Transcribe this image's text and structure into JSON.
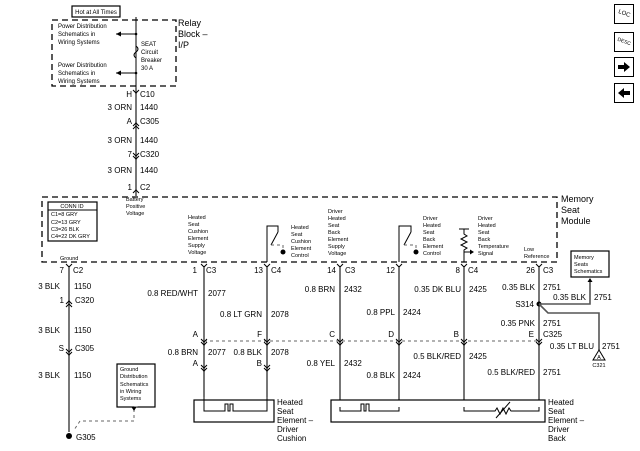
{
  "nav": {
    "loc_label": "LOC",
    "desc_label": "DESC",
    "next_icon": "right-arrow",
    "prev_icon": "left-arrow"
  },
  "relay_block": {
    "hot_label": "Hot at All Times",
    "title": [
      "Relay",
      "Block –",
      "I/P"
    ],
    "power_dist_1": [
      "Power Distribution",
      "Schematics in",
      "Wiring Systems"
    ],
    "power_dist_2": [
      "Power Distribution",
      "Schematics in",
      "Wiring Systems"
    ],
    "breaker": [
      "SEAT",
      "Circuit",
      "Breaker",
      "30 A"
    ]
  },
  "feed": [
    {
      "pin": "H",
      "conn": "C10"
    },
    {
      "wire": "3 ORN",
      "circuit": "1440"
    },
    {
      "pin": "A",
      "conn": "C305"
    },
    {
      "wire": "3 ORN",
      "circuit": "1440"
    },
    {
      "pin": "7",
      "conn": "C320"
    },
    {
      "wire": "3 ORN",
      "circuit": "1440"
    },
    {
      "pin": "1",
      "conn": "C2"
    }
  ],
  "module": {
    "title": [
      "Memory",
      "Seat",
      "Module"
    ],
    "battery_label": [
      "Battery",
      "Positive",
      "Voltage"
    ],
    "conn_id": {
      "title": "CONN ID",
      "rows": [
        "C1=8 GRY",
        "C2=13 GRY",
        "C3=26 BLK",
        "C4=22 DK GRY"
      ]
    },
    "ground_label": "Ground",
    "cushion_supply": [
      "Heated",
      "Seat",
      "Cushion",
      "Element",
      "Supply",
      "Voltage"
    ],
    "cushion_control": [
      "Heated",
      "Seat",
      "Cushion",
      "Element",
      "Control"
    ],
    "back_supply": [
      "Driver",
      "Heated",
      "Seat",
      "Back",
      "Element",
      "Supply",
      "Voltage"
    ],
    "back_control": [
      "Driver",
      "Heated",
      "Seat",
      "Back",
      "Element",
      "Control"
    ],
    "temp_signal": [
      "Driver",
      "Heated",
      "Seat",
      "Back",
      "Temperature",
      "Signal"
    ],
    "low_ref": [
      "Low",
      "Reference"
    ]
  },
  "pins": [
    {
      "pin": "7",
      "conn": "C2"
    },
    {
      "pin": "1",
      "conn": "C3"
    },
    {
      "pin": "13",
      "conn": "C4"
    },
    {
      "pin": "14",
      "conn": "C3"
    },
    {
      "pin": "12",
      "conn": ""
    },
    {
      "pin": "8",
      "conn": "C4"
    },
    {
      "pin": "26",
      "conn": "C3"
    }
  ],
  "ground_path": [
    {
      "wire": "3 BLK",
      "circuit": "1150"
    },
    {
      "pin": "1",
      "conn": "C320"
    },
    {
      "wire": "3 BLK",
      "circuit": "1150"
    },
    {
      "pin": "S",
      "conn": "C305"
    },
    {
      "wire": "3 BLK",
      "circuit": "1150"
    },
    {
      "ground": "G305"
    }
  ],
  "ground_dist": [
    "Ground",
    "Distribution",
    "Schematics",
    "in Wiring",
    "Systems"
  ],
  "upper_wires": [
    {
      "wire": "0.8 RED/WHT",
      "circuit": "2077"
    },
    {
      "wire": "0.8 LT GRN",
      "circuit": "2078"
    },
    {
      "wire": "0.8 BRN",
      "circuit": "2432"
    },
    {
      "wire": "0.8 PPL",
      "circuit": "2424"
    },
    {
      "wire": "0.35 DK BLU",
      "circuit": "2425"
    },
    {
      "wire": "0.35 BLK",
      "circuit": "2751"
    },
    {
      "wire": "0.35 BLK",
      "circuit": "2751"
    },
    {
      "wire": "0.35 PNK",
      "circuit": "2751"
    }
  ],
  "splice": "S314",
  "c325": {
    "pins": [
      "A",
      "F",
      "C",
      "D",
      "B",
      "E"
    ],
    "conn": "C325"
  },
  "lower_wires": [
    {
      "wire": "0.8 BRN",
      "circuit": "2077"
    },
    {
      "wire": "0.8 BLK",
      "circuit": "2078"
    },
    {
      "wire": "0.8 YEL",
      "circuit": "2432"
    },
    {
      "wire": "0.8 BLK",
      "circuit": "2424"
    },
    {
      "wire": "0.5 BLK/RED",
      "circuit": "2425"
    },
    {
      "wire": "0.5 BLK/RED",
      "circuit": "2751"
    },
    {
      "wire": "0.35 LT BLU",
      "circuit": "2751"
    }
  ],
  "element_pins": [
    "A",
    "B"
  ],
  "memory_seats": [
    "Memory",
    "Seats",
    "Schematics"
  ],
  "c321": {
    "pin": "A",
    "conn": "C321"
  },
  "cushion_element": [
    "Heated",
    "Seat",
    "Element –",
    "Driver",
    "Cushion"
  ],
  "back_element": [
    "Heated",
    "Seat",
    "Element –",
    "Driver",
    "Back"
  ]
}
